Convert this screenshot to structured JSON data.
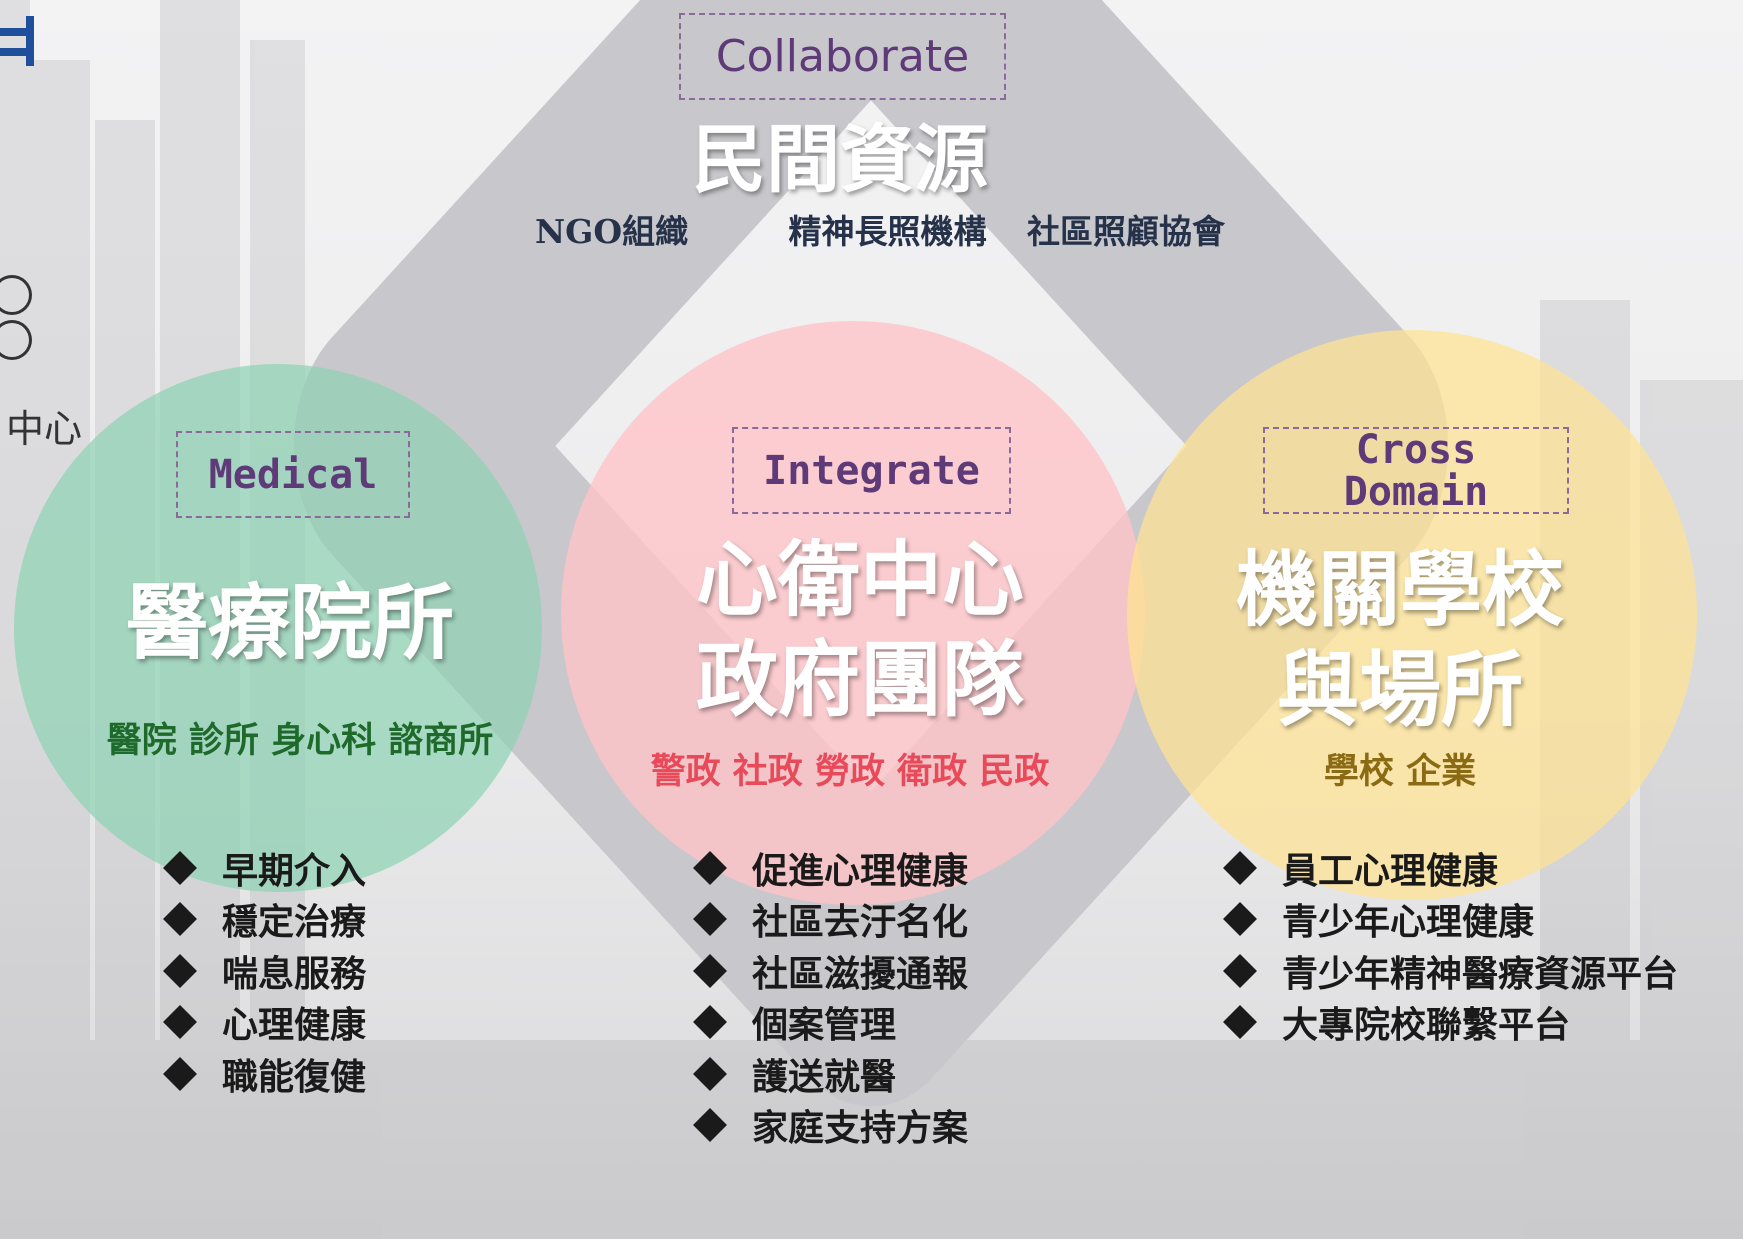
{
  "edge_fragments": {
    "left_text": "中心"
  },
  "top": {
    "tag": "Collaborate",
    "title": "民間資源",
    "items": [
      "NGO組織",
      "精神長照機構",
      "社區照顧協會"
    ]
  },
  "left": {
    "tag": "Medical",
    "title": "醫療院所",
    "subtitle": "醫院 診所 身心科 諮商所",
    "list": [
      "早期介入",
      "穩定治療",
      "喘息服務",
      "心理健康",
      "職能復健"
    ]
  },
  "center": {
    "tag": "Integrate",
    "title_line1": "心衛中心",
    "title_line2": "政府團隊",
    "subtitle": "警政 社政 勞政 衛政 民政",
    "list": [
      "促進心理健康",
      "社區去汙名化",
      "社區滋擾通報",
      "個案管理",
      "護送就醫",
      "家庭支持方案"
    ]
  },
  "right": {
    "tag_line1": "Cross",
    "tag_line2": "Domain",
    "title_line1": "機關學校",
    "title_line2": "與場所",
    "subtitle": "學校 企業",
    "list": [
      "員工心理健康",
      "青少年心理健康",
      "青少年精神醫療資源平台",
      "大專院校聯繫平台"
    ]
  },
  "colors": {
    "diamond": "#c6c5c9",
    "left_circle": "#8fd2b4",
    "center_circle": "#ffc3c6",
    "right_circle": "#ffe392",
    "tag_text": "#5e3a78",
    "top_items": "#26324a",
    "left_subtitle": "#1e6a2b",
    "center_subtitle": "#e94a5a",
    "right_subtitle": "#8a6a12"
  }
}
